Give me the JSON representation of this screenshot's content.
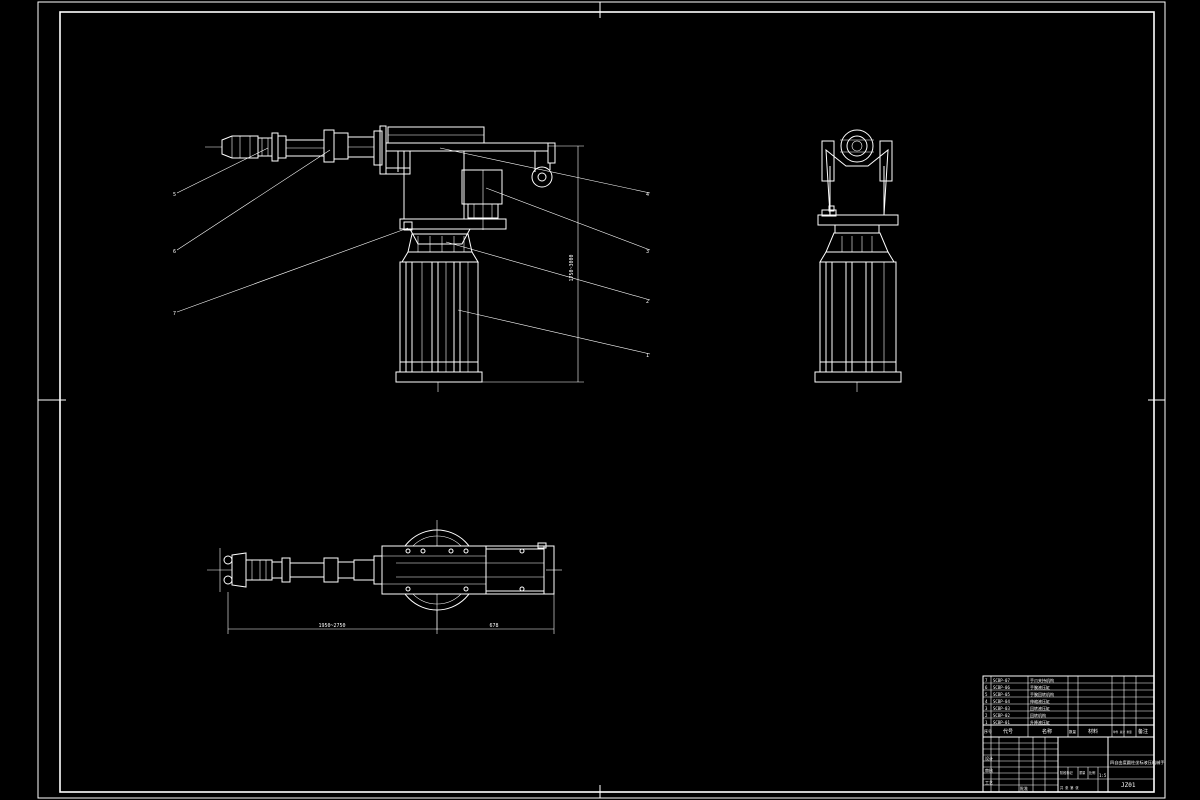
{
  "drawing": {
    "kind": "technical-drawing",
    "background": "#000000",
    "line_color": "#ffffff"
  },
  "views": {
    "front": {
      "callouts": [
        "5",
        "6",
        "7",
        "4",
        "3",
        "2",
        "1"
      ],
      "height_dimension": "1750~3000"
    },
    "top": {
      "reach_dimension": "1950~2750",
      "base_dimension": "678"
    }
  },
  "title_block": {
    "parts_list": [
      {
        "no": "1",
        "code": "SCBP-01",
        "name": "升降液压缸"
      },
      {
        "no": "2",
        "code": "SCBP-02",
        "name": "回转机构"
      },
      {
        "no": "3",
        "code": "SCBP-03",
        "name": "回转液压缸"
      },
      {
        "no": "4",
        "code": "SCBP-04",
        "name": "伸缩液压缸"
      },
      {
        "no": "5",
        "code": "SCBP-05",
        "name": "手腕回转机构"
      },
      {
        "no": "6",
        "code": "SCBP-06",
        "name": "手腕液压缸"
      },
      {
        "no": "7",
        "code": "SCBP-07",
        "name": "手爪夹持机构"
      }
    ],
    "header": {
      "no": "序号",
      "code": "代号",
      "name": "名称",
      "qty": "数量",
      "material": "材料",
      "weight": "单件 总计 重量",
      "remark": "备注"
    },
    "labels": {
      "design": "设计",
      "check": "审核",
      "process": "工艺",
      "approve": "批准",
      "stage": "阶段标记",
      "weight": "重量",
      "scale": "比例",
      "sheet": "共 张 第 张"
    },
    "title": "四自由度圆柱坐标液压机械手",
    "scale": "1:5",
    "drawing_no": "JZ01"
  }
}
